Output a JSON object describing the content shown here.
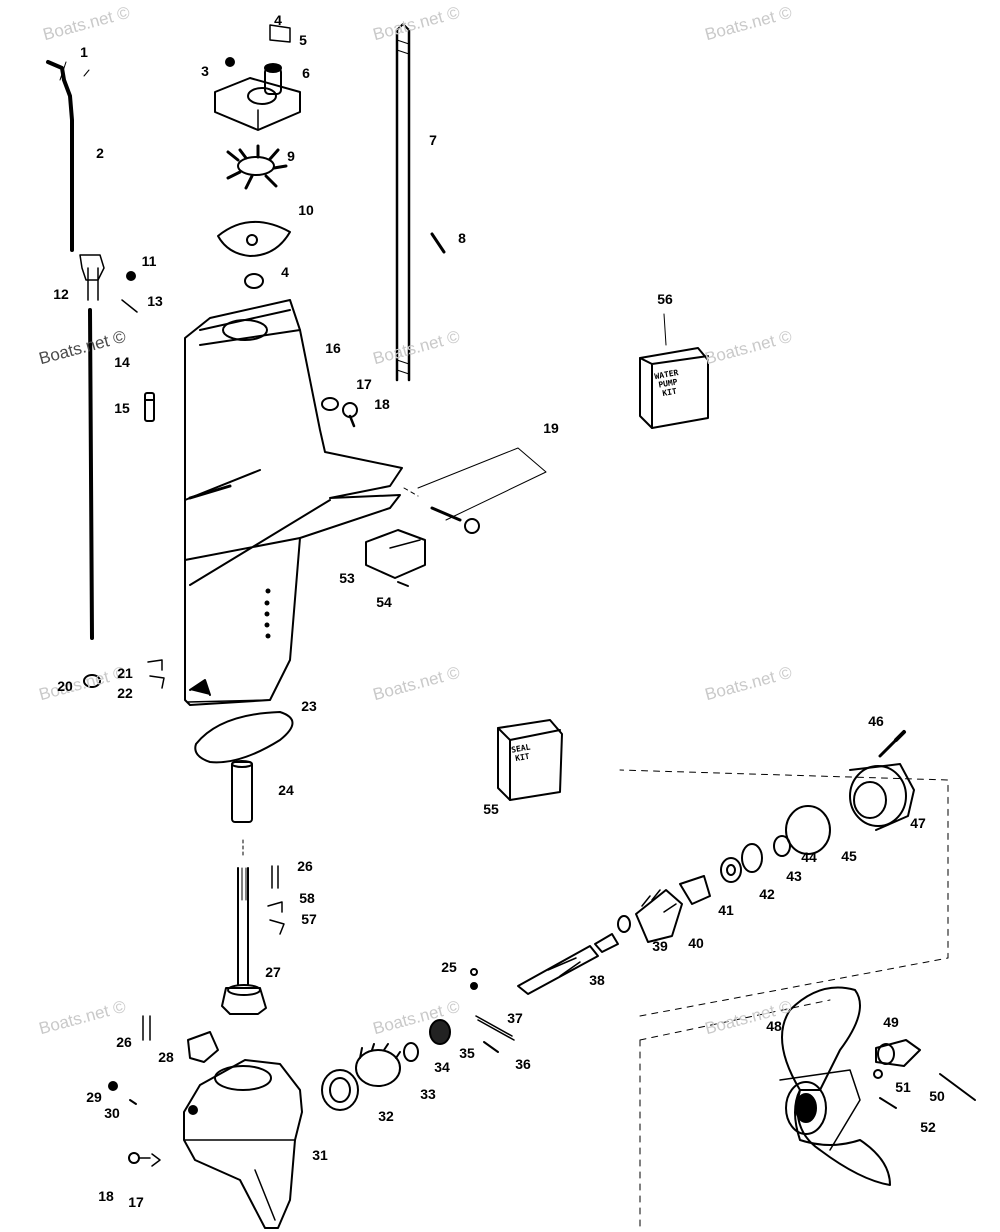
{
  "watermark": "Boats.net ©",
  "kits": {
    "water_pump": [
      "WATER",
      "PUMP",
      "KIT"
    ],
    "seal": [
      "SEAL",
      "KIT"
    ]
  },
  "callouts": [
    {
      "id": "c1",
      "text": "1"
    },
    {
      "id": "c2",
      "text": "2"
    },
    {
      "id": "c3",
      "text": "3"
    },
    {
      "id": "c4a",
      "text": "4"
    },
    {
      "id": "c4b",
      "text": "4"
    },
    {
      "id": "c5",
      "text": "5"
    },
    {
      "id": "c6",
      "text": "6"
    },
    {
      "id": "c7",
      "text": "7"
    },
    {
      "id": "c8",
      "text": "8"
    },
    {
      "id": "c9",
      "text": "9"
    },
    {
      "id": "c10",
      "text": "10"
    },
    {
      "id": "c11",
      "text": "11"
    },
    {
      "id": "c12",
      "text": "12"
    },
    {
      "id": "c13",
      "text": "13"
    },
    {
      "id": "c14",
      "text": "14"
    },
    {
      "id": "c15",
      "text": "15"
    },
    {
      "id": "c16",
      "text": "16"
    },
    {
      "id": "c17a",
      "text": "17"
    },
    {
      "id": "c17b",
      "text": "17"
    },
    {
      "id": "c18a",
      "text": "18"
    },
    {
      "id": "c18b",
      "text": "18"
    },
    {
      "id": "c19",
      "text": "19"
    },
    {
      "id": "c20",
      "text": "20"
    },
    {
      "id": "c21",
      "text": "21"
    },
    {
      "id": "c22",
      "text": "22"
    },
    {
      "id": "c23",
      "text": "23"
    },
    {
      "id": "c24",
      "text": "24"
    },
    {
      "id": "c25",
      "text": "25"
    },
    {
      "id": "c26a",
      "text": "26"
    },
    {
      "id": "c26b",
      "text": "26"
    },
    {
      "id": "c27",
      "text": "27"
    },
    {
      "id": "c28",
      "text": "28"
    },
    {
      "id": "c29",
      "text": "29"
    },
    {
      "id": "c30",
      "text": "30"
    },
    {
      "id": "c31",
      "text": "31"
    },
    {
      "id": "c32",
      "text": "32"
    },
    {
      "id": "c33",
      "text": "33"
    },
    {
      "id": "c34",
      "text": "34"
    },
    {
      "id": "c35",
      "text": "35"
    },
    {
      "id": "c36",
      "text": "36"
    },
    {
      "id": "c37",
      "text": "37"
    },
    {
      "id": "c38",
      "text": "38"
    },
    {
      "id": "c39",
      "text": "39"
    },
    {
      "id": "c40",
      "text": "40"
    },
    {
      "id": "c41",
      "text": "41"
    },
    {
      "id": "c42",
      "text": "42"
    },
    {
      "id": "c43",
      "text": "43"
    },
    {
      "id": "c44",
      "text": "44"
    },
    {
      "id": "c45",
      "text": "45"
    },
    {
      "id": "c46",
      "text": "46"
    },
    {
      "id": "c47",
      "text": "47"
    },
    {
      "id": "c48",
      "text": "48"
    },
    {
      "id": "c49",
      "text": "49"
    },
    {
      "id": "c50",
      "text": "50"
    },
    {
      "id": "c51",
      "text": "51"
    },
    {
      "id": "c52",
      "text": "52"
    },
    {
      "id": "c53",
      "text": "53"
    },
    {
      "id": "c54",
      "text": "54"
    },
    {
      "id": "c55",
      "text": "55"
    },
    {
      "id": "c56",
      "text": "56"
    },
    {
      "id": "c57",
      "text": "57"
    },
    {
      "id": "c58",
      "text": "58"
    }
  ]
}
